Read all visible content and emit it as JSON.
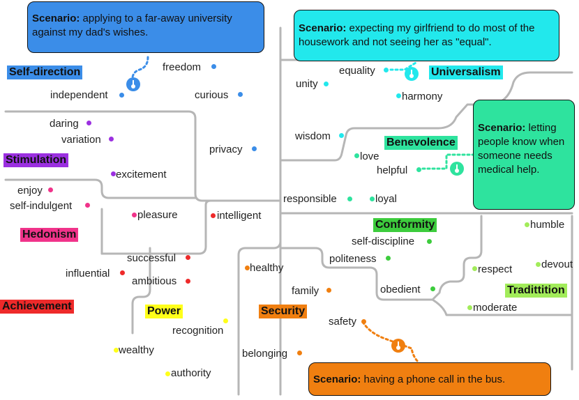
{
  "colors": {
    "self_direction": "#3b8de8",
    "stimulation": "#9b30e0",
    "hedonism": "#f0338a",
    "achievement": "#ee2a2a",
    "power": "#ffff1a",
    "security": "#f07f10",
    "conformity": "#3dcc3d",
    "tradition": "#a2ec5a",
    "benevolence": "#2ee39e",
    "universalism": "#22e8ec",
    "line_gray": "#b6b6b6"
  },
  "categories": {
    "self_direction": "Self-direction",
    "stimulation": "Stimulation",
    "hedonism": "Hedonism",
    "achievement": "Achievement",
    "power": "Power",
    "security": "Security",
    "conformity": "Conformity",
    "tradition": "Tradittition",
    "benevolence": "Benevolence",
    "universalism": "Universalism"
  },
  "values": {
    "self_direction": [
      "freedom",
      "independent",
      "curious",
      "privacy"
    ],
    "stimulation": [
      "daring",
      "variation",
      "excitement"
    ],
    "hedonism": [
      "enjoy",
      "self-indulgent",
      "pleasure"
    ],
    "achievement": [
      "intelligent",
      "successful",
      "influential",
      "ambitious"
    ],
    "power": [
      "recognition",
      "wealthy",
      "authority"
    ],
    "security": [
      "healthy",
      "family",
      "safety",
      "belonging"
    ],
    "conformity": [
      "self-discipline",
      "politeness",
      "obedient"
    ],
    "tradition": [
      "humble",
      "respect",
      "devout",
      "moderate"
    ],
    "benevolence": [
      "love",
      "helpful",
      "responsible",
      "loyal"
    ],
    "universalism": [
      "equality",
      "unity",
      "harmony",
      "wisdom"
    ]
  },
  "scenarios": {
    "prefix": "Scenario:",
    "self_direction": "applying to a far-away university against my dad's wishes.",
    "universalism": "expecting my girlfriend to do most of the housework and not seeing her as \"equal\".",
    "benevolence": "letting people know when someone needs medical help.",
    "security": "having a phone call in the bus."
  }
}
